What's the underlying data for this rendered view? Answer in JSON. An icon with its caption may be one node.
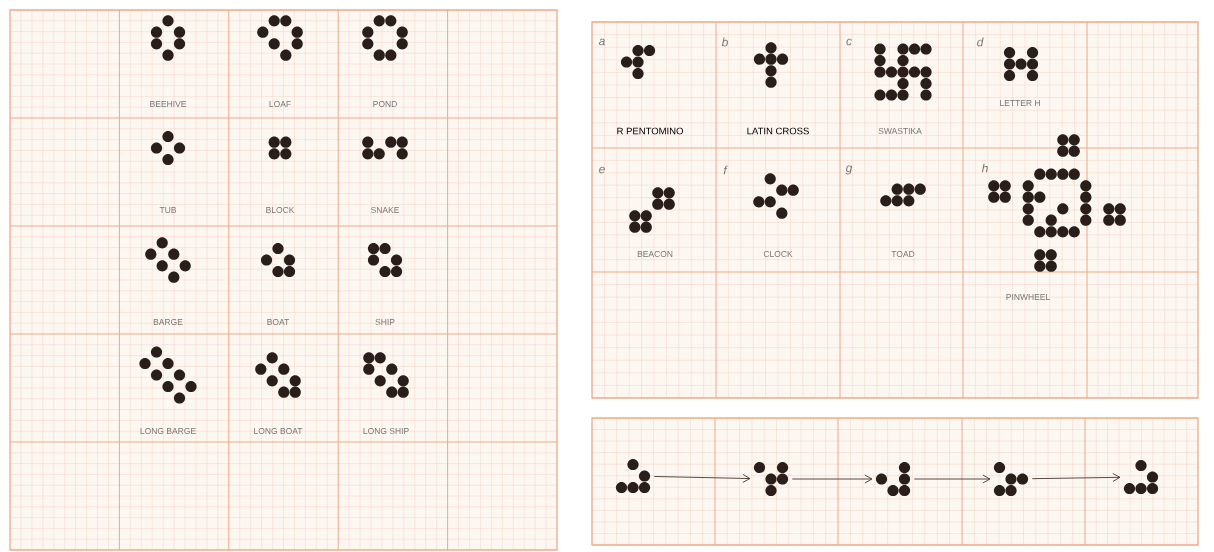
{
  "diagram": {
    "nodes": [
      {
        "text": [],
        "shape": "dots"
      },
      {
        "text": [],
        "shape": "dots"
      },
      {
        "text": [],
        "shape": "dots"
      },
      {
        "text": [],
        "shape": "dots"
      },
      {
        "text": [],
        "shape": "dots"
      }
    ],
    "edges": [
      {
        "from": 0,
        "to": 1,
        "arrow": "to"
      },
      {
        "from": 1,
        "to": 2,
        "arrow": "to"
      },
      {
        "from": 2,
        "to": 3,
        "arrow": "to"
      },
      {
        "from": 3,
        "to": 4,
        "arrow": "to"
      }
    ],
    "labels": [
      "BEEHIVE",
      "LOAF",
      "POND",
      "TUB",
      "BLOCK",
      "SNAKE",
      "BARGE",
      "BOAT",
      "SHIP",
      "LONG BARGE",
      "LONG BOAT",
      "LONG SHIP",
      "a",
      "b",
      "c",
      "d",
      "R PENTOMINO",
      "LATIN CROSS",
      "SWASTIKA",
      "LETTER H",
      "e",
      "f",
      "g",
      "h",
      "BEACON",
      "CLOCK",
      "TOAD",
      "PINWHEEL"
    ]
  }
}
